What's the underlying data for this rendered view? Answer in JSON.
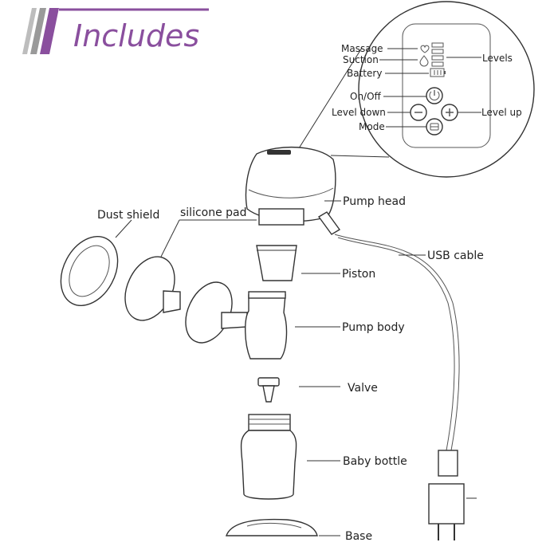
{
  "header": {
    "title": "Includes",
    "accent_color": "#8a4f9e",
    "bar_gray": "#9a9a9a"
  },
  "panel": {
    "massage": "Massage",
    "suction": "Suction",
    "levels": "Levels",
    "battery": "Battery",
    "on_off": "On/Off",
    "level_down": "Level down",
    "level_up": "Level up",
    "mode": "Mode"
  },
  "parts": {
    "pump_head": "Pump head",
    "dust_shield": "Dust shield",
    "silicone_pad": "silicone pad",
    "usb_cable": "USB cable",
    "piston": "Piston",
    "pump_body": "Pump body",
    "valve": "Valve",
    "baby_bottle": "Baby bottle",
    "base": "Base"
  },
  "icons": [
    "power-icon",
    "minus-icon",
    "plus-icon",
    "mode-icon",
    "battery-icon",
    "heart-icon",
    "droplet-icon",
    "level-bars-icon"
  ]
}
